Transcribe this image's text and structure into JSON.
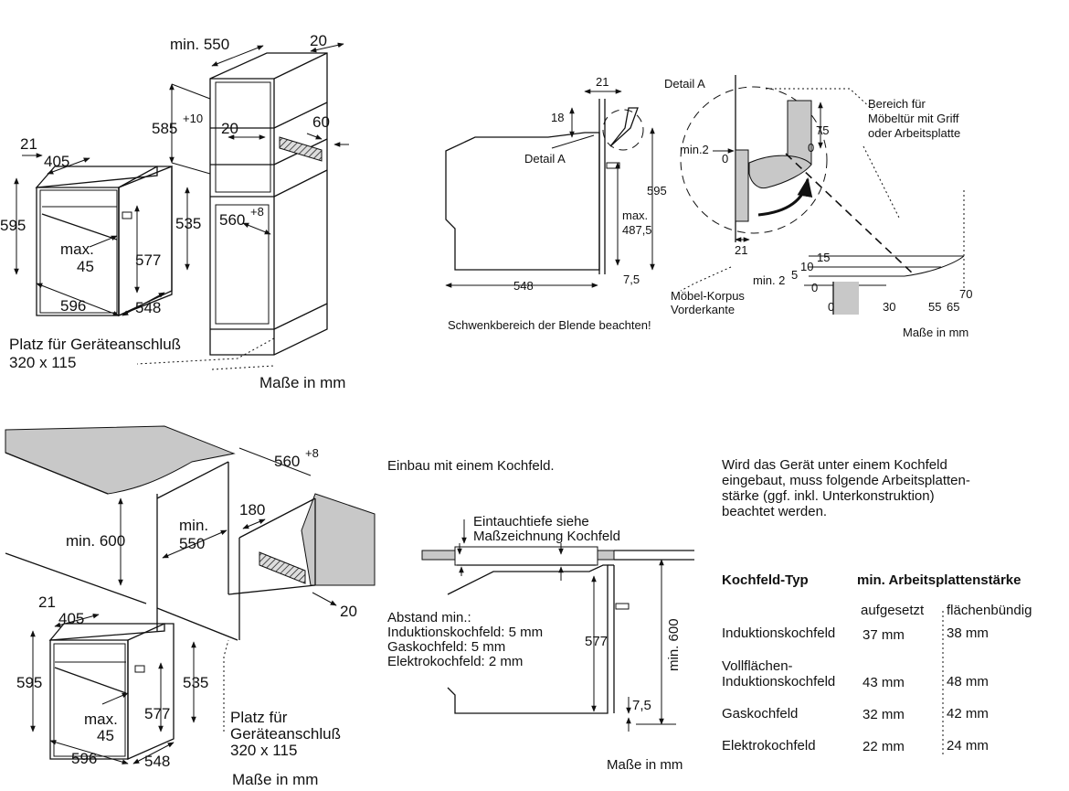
{
  "top_left": {
    "dims": {
      "d21": "21",
      "d405": "405",
      "d595": "595",
      "max": "max.",
      "d45": "45",
      "d577": "577",
      "d535": "535",
      "d596": "596",
      "d548": "548",
      "min550": "min. 550",
      "d20a": "20",
      "d585": "585",
      "sup10": "+10",
      "d20b": "20",
      "d60": "60",
      "d560": "560",
      "sup8": "+8"
    },
    "platz_line1": "Platz für Geräteanschluß",
    "platz_line2": "320 x 115",
    "masse": "Maße in mm"
  },
  "top_right": {
    "dims": {
      "d21": "21",
      "d18": "18",
      "d595": "595",
      "max": "max.",
      "d4875": "487,5",
      "d548": "548",
      "d75": "7,5",
      "min2": "min.2",
      "zero": "0",
      "d75b": "75",
      "zero_b": "0",
      "d21b": "21",
      "d15": "15",
      "d10": "10",
      "d5": "5",
      "min2b": "min. 2",
      "zero_c": "0",
      "zero_d": "0",
      "d30": "30",
      "d55": "55",
      "d65": "65",
      "d70": "70"
    },
    "detail_a": "Detail A",
    "detail_a2": "Detail A",
    "bereich_l1": "Bereich für",
    "bereich_l2": "Möbeltür mit Griff",
    "bereich_l3": "oder Arbeitsplatte",
    "korpus_l1": "Möbel-Korpus",
    "korpus_l2": "Vorderkante",
    "schwenk": "Schwenkbereich der Blende beachten!",
    "masse": "Maße in mm"
  },
  "bottom_left": {
    "dims": {
      "d560": "560",
      "sup8": "+8",
      "min600": "min. 600",
      "min": "min.",
      "d550": "550",
      "d180": "180",
      "d20": "20",
      "d21": "21",
      "d405": "405",
      "d595": "595",
      "d535": "535",
      "d577": "577",
      "max": "max.",
      "d45": "45",
      "d596": "596",
      "d548": "548"
    },
    "platz_l1": "Platz für",
    "platz_l2": "Geräteanschluß",
    "platz_l3": "320 x 115",
    "masse": "Maße in mm"
  },
  "bottom_mid": {
    "title": "Einbau mit einem Kochfeld.",
    "eintauch_l1": "Eintauchtiefe siehe",
    "eintauch_l2": "Maßzeichnung Kochfeld",
    "abstand_l1": "Abstand min.:",
    "abstand_l2": "Induktionskochfeld: 5 mm",
    "abstand_l3": "Gaskochfeld: 5 mm",
    "abstand_l4": "Elektrokochfeld: 2 mm",
    "d577": "577",
    "min600": "min. 600",
    "d75": "7,5",
    "masse": "Maße in mm"
  },
  "note": {
    "l1": "Wird das Gerät unter einem Kochfeld",
    "l2": "eingebaut, muss folgende Arbeitsplatten-",
    "l3": "stärke (ggf. inkl. Unterkonstruktion)",
    "l4": "beachtet werden."
  },
  "table": {
    "col_type": "Kochfeld-Typ",
    "col_min": "min. Arbeitsplattenstärke",
    "sub_aufgesetzt": "aufgesetzt",
    "sub_flach": "flächenbündig",
    "rows": [
      {
        "type": "Induktionskochfeld",
        "type2": "",
        "aufgesetzt": "37 mm",
        "flach": "38 mm"
      },
      {
        "type": "Vollflächen-",
        "type2": "Induktionskochfeld",
        "aufgesetzt": "43 mm",
        "flach": "48 mm"
      },
      {
        "type": "Gaskochfeld",
        "type2": "",
        "aufgesetzt": "32 mm",
        "flach": "42 mm"
      },
      {
        "type": "Elektrokochfeld",
        "type2": "",
        "aufgesetzt": "22 mm",
        "flach": "24 mm"
      }
    ]
  }
}
